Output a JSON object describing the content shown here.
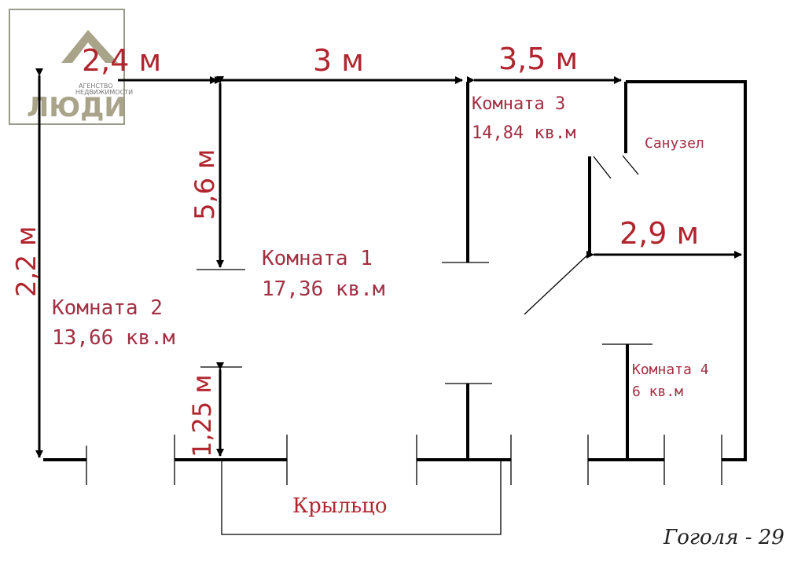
{
  "logo": {
    "text_top": "АГЕНСТВО",
    "text_mid": "НЕДВИЖИМОСТИ",
    "text_main": "ЛЮДИ",
    "icon": "house-logo-icon"
  },
  "dimensions": {
    "d1": "2,4 м",
    "d2": "3 м",
    "d3": "3,5 м",
    "d4": "2,9 м",
    "d5": "5,6 м",
    "d6": "2,2 м",
    "d7": "1,25 м"
  },
  "rooms": {
    "room1_name": "Комната 1",
    "room1_area": "17,36 кв.м",
    "room2_name": "Комната 2",
    "room2_area": "13,66 кв.м",
    "room3_name": "Комната 3",
    "room3_area": "14,84 кв.м",
    "room4_name": "Комната 4",
    "room4_area": "6 кв.м",
    "bathroom": "Санузел"
  },
  "porch": "Крыльцо",
  "address": "Гоголя - 29",
  "colors": {
    "dimension_text": "#b0252e",
    "room_text": "#a23043",
    "walls": "#000000"
  }
}
